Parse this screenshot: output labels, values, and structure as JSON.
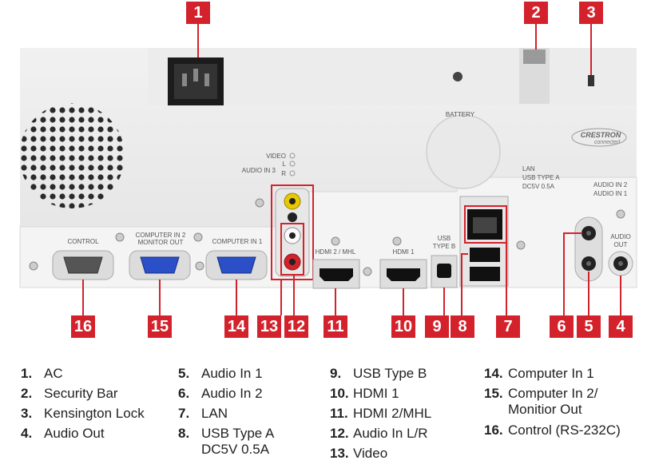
{
  "panel": {
    "battery": "BATTERY",
    "brand": "CRESTRON",
    "brand_sub": "connected",
    "video": "VIDEO",
    "audio_in3": "AUDIO IN 3",
    "l": "L",
    "r": "R",
    "lan": "LAN",
    "usb_type_a": "USB TYPE A",
    "dc5v": "DC5V 0.5A",
    "audio_in2": "AUDIO IN 2",
    "audio_in1": "AUDIO IN 1",
    "audio": "AUDIO",
    "out": "OUT",
    "control": "CONTROL",
    "computer_in2": "COMPUTER IN 2",
    "monitor_out": "MONITOR OUT",
    "computer_in1": "COMPUTER IN 1",
    "hdmi2_mhl": "HDMI 2 / MHL",
    "hdmi1": "HDMI 1",
    "usb": "USB",
    "type_b": "TYPE B"
  },
  "badges": [
    "1",
    "2",
    "3",
    "16",
    "15",
    "14",
    "13",
    "12",
    "11",
    "10",
    "9",
    "8",
    "7",
    "6",
    "5",
    "4"
  ],
  "legend": {
    "col1": [
      {
        "num": "1.",
        "text": "AC"
      },
      {
        "num": "2.",
        "text": "Security Bar"
      },
      {
        "num": "3.",
        "text": "Kensington Lock"
      },
      {
        "num": "4.",
        "text": "Audio Out"
      }
    ],
    "col2": [
      {
        "num": "5.",
        "text": "Audio In 1"
      },
      {
        "num": "6.",
        "text": "Audio In 2"
      },
      {
        "num": "7.",
        "text": "LAN"
      },
      {
        "num": "8.",
        "text": "USB Type A",
        "text2": "DC5V 0.5A"
      }
    ],
    "col3": [
      {
        "num": "9.",
        "text": "USB Type B"
      },
      {
        "num": "10.",
        "text": "HDMI 1"
      },
      {
        "num": "11.",
        "text": "HDMI 2/MHL"
      },
      {
        "num": "12.",
        "text": "Audio In L/R"
      },
      {
        "num": "13.",
        "text": "Video"
      }
    ],
    "col4": [
      {
        "num": "14.",
        "text": "Computer In 1"
      },
      {
        "num": "15.",
        "text": "Computer In 2/",
        "text2": "Monitior Out"
      },
      {
        "num": "16.",
        "text": "Control (RS-232C)"
      }
    ]
  }
}
